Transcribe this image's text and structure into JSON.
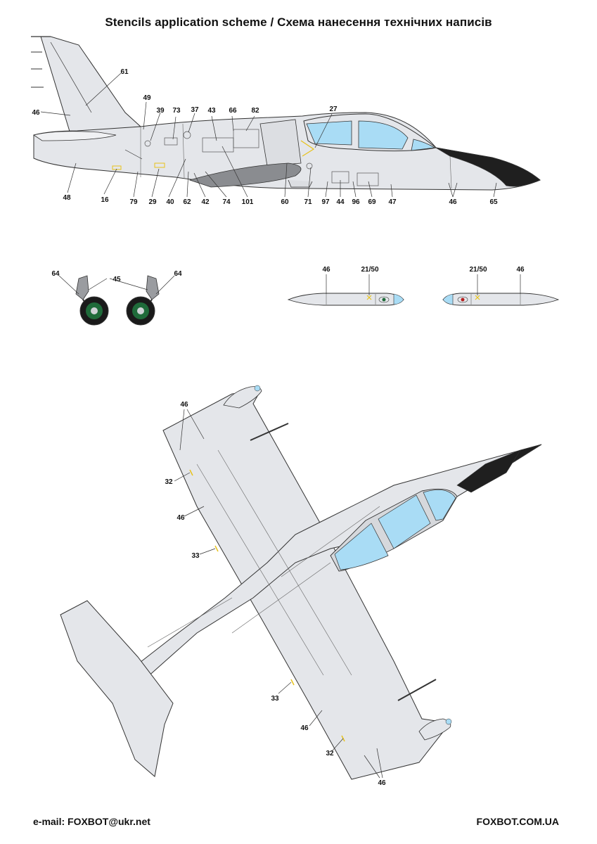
{
  "title": "Stencils application scheme / Схема нанесення технічних написів",
  "footer": {
    "email": "e-mail: FOXBOT@ukr.net",
    "website": "FOXBOT.COM.UA"
  },
  "colors": {
    "airframe": "#e4e6ea",
    "outline": "#333333",
    "canopy": "#a9dcf5",
    "nose_black": "#1f1f1f",
    "wing_root_shadow": "#8a8c90",
    "stencil_yellow": "#e8c21a",
    "wheel_green": "#1f6b3a",
    "wheel_black": "#1a1a1a"
  },
  "side_view": {
    "callouts": [
      "61",
      "49",
      "39",
      "73",
      "37",
      "43",
      "66",
      "82",
      "27",
      "46",
      "48",
      "16",
      "79",
      "29",
      "40",
      "62",
      "42",
      "74",
      "101",
      "60",
      "71",
      "97",
      "44",
      "96",
      "69",
      "47",
      "46",
      "65"
    ]
  },
  "landing_gear": {
    "callouts": [
      "64",
      "45",
      "64"
    ]
  },
  "tanks": {
    "left": [
      "46",
      "21/50"
    ],
    "right": [
      "21/50",
      "46"
    ]
  },
  "top_view": {
    "callouts": [
      "46",
      "32",
      "46",
      "33",
      "33",
      "46",
      "32",
      "46"
    ]
  }
}
